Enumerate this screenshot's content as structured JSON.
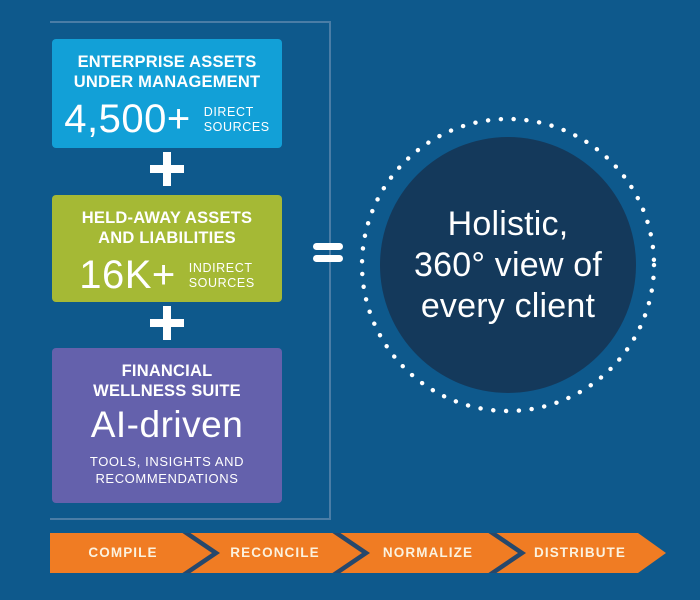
{
  "palette": {
    "background": "#0E598C",
    "box_enterprise": "#12A0D7",
    "box_heldaway": "#A5B935",
    "box_wellness": "#6461AC",
    "result_circle_fill": "#14395B",
    "flow_band": "#F07C23",
    "flow_chevron_line": "#26486C",
    "bracket_line": "#4A7DA6",
    "text": "#FFFFFF",
    "flow_label_text": "#FBF2DF"
  },
  "boxes": {
    "enterprise": {
      "title_line1": "ENTERPRISE ASSETS",
      "title_line2": "UNDER MANAGEMENT",
      "metric": "4,500+",
      "label_line1": "DIRECT",
      "label_line2": "SOURCES"
    },
    "heldaway": {
      "title_line1": "HELD-AWAY ASSETS",
      "title_line2": "AND LIABILITIES",
      "metric": "16K+",
      "label_line1": "INDIRECT",
      "label_line2": "SOURCES"
    },
    "wellness": {
      "title_line1": "FINANCIAL",
      "title_line2": "WELLNESS SUITE",
      "metric": "AI-driven",
      "label_line1": "TOOLS, INSIGHTS AND",
      "label_line2": "RECOMMENDATIONS"
    }
  },
  "operators": {
    "plus": "+",
    "equals": "="
  },
  "result": {
    "line1": "Holistic,",
    "line2": "360° view of",
    "line3": "every client"
  },
  "flow": {
    "steps": [
      "COMPILE",
      "RECONCILE",
      "NORMALIZE",
      "DISTRIBUTE"
    ]
  }
}
